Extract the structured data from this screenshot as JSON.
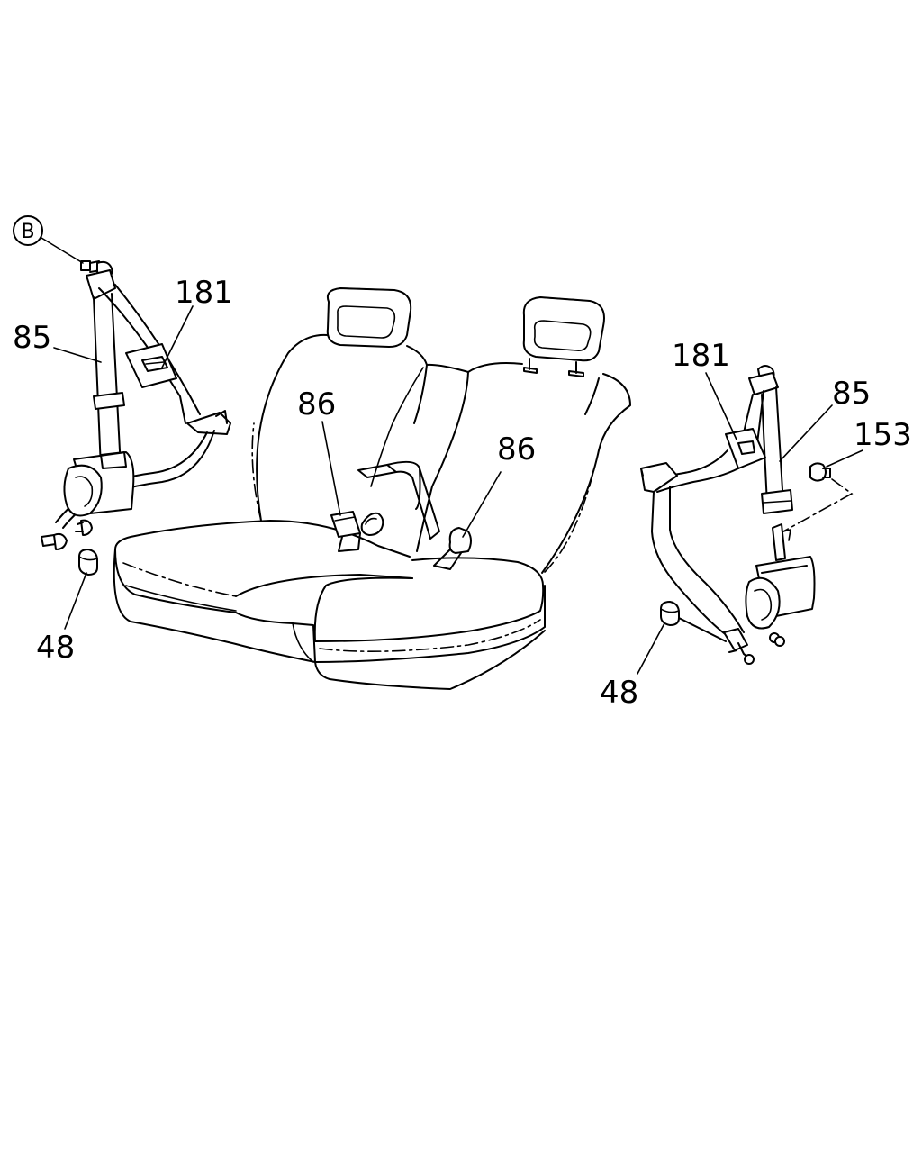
{
  "callouts": {
    "ref_b": "B",
    "left_181": "181",
    "left_85": "85",
    "left_48": "48",
    "center_86_left": "86",
    "center_86_right": "86",
    "right_181": "181",
    "right_85": "85",
    "right_153": "153",
    "right_48": "48"
  }
}
